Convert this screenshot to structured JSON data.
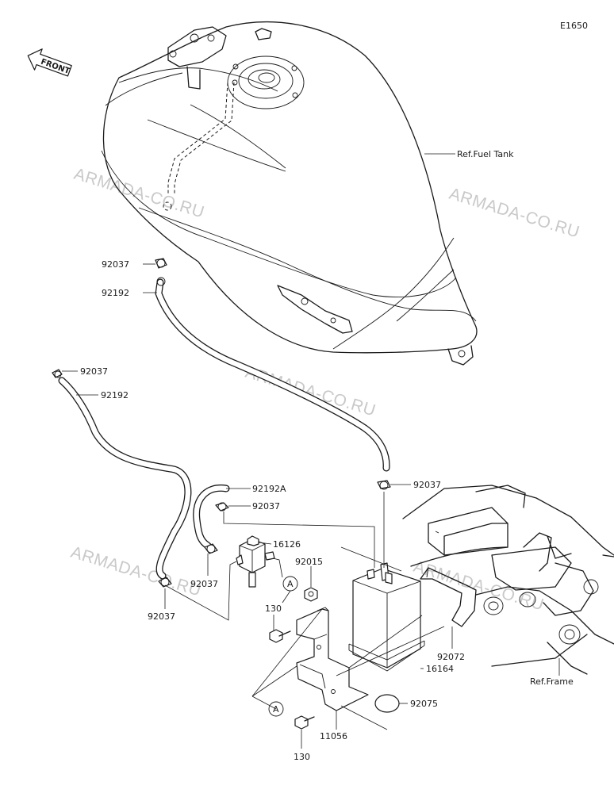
{
  "diagram": {
    "code": "E1650",
    "front_label": "FRONT",
    "watermark": "ARMADA-CO.RU",
    "refs": {
      "fuel_tank": "Ref.Fuel Tank",
      "frame": "Ref.Frame"
    },
    "callouts": {
      "clamp_tank": "92037",
      "hose_tank": "92192",
      "clamp_left_top": "92037",
      "hose_left": "92192",
      "hose_short": "92192A",
      "clamp_short": "92037",
      "valve": "16126",
      "nut": "92015",
      "clamp_valve": "92037",
      "clamp_left_bottom": "92037",
      "clamp_canister": "92037",
      "bolt_upper": "130",
      "damper": "92072",
      "canister": "16164",
      "cap": "92075",
      "bracket": "11056",
      "bolt_lower": "130",
      "marker_upper": "A",
      "marker_lower": "A"
    }
  }
}
